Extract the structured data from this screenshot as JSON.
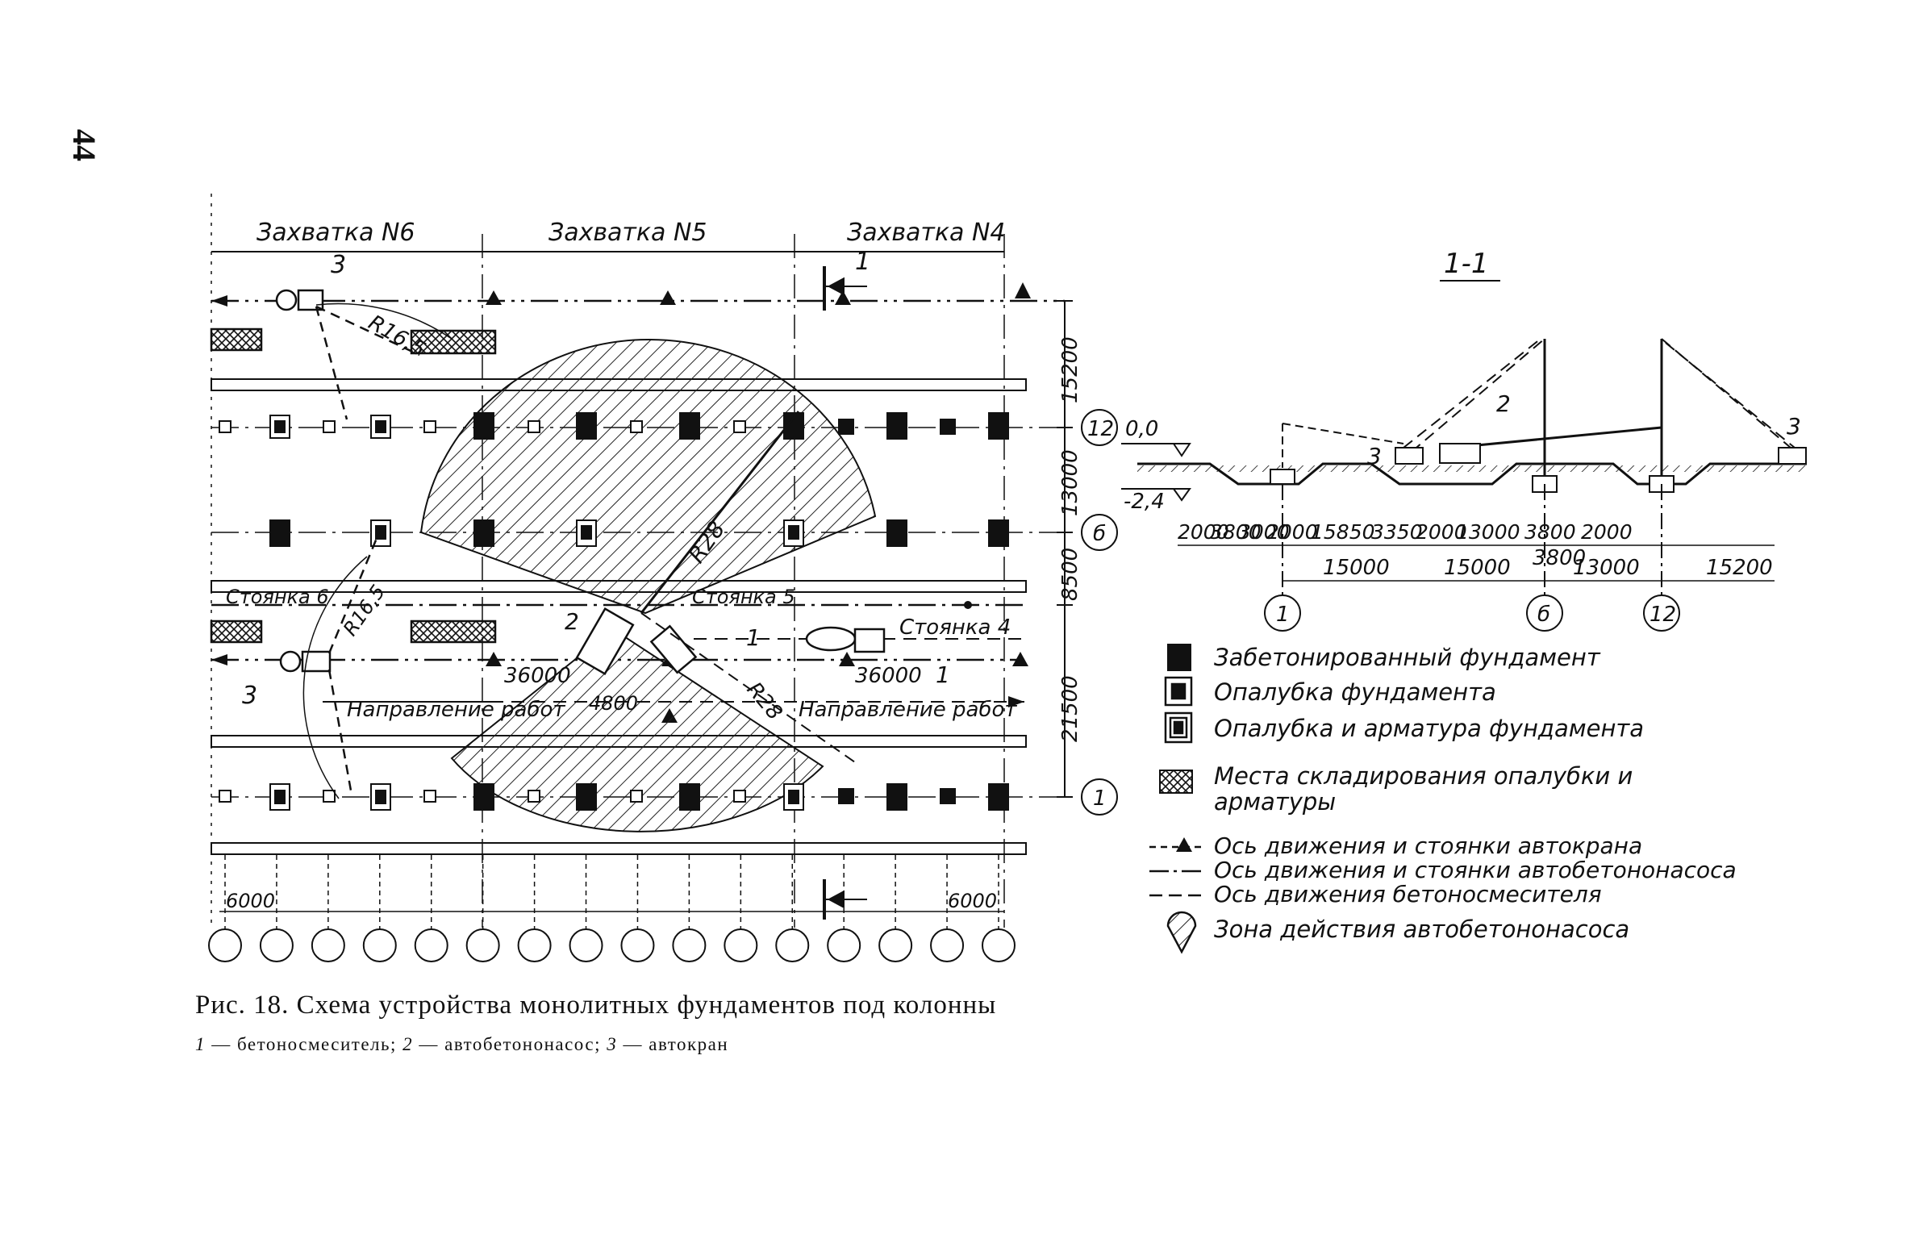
{
  "page_number": "44",
  "plan": {
    "stages": [
      "Захватка N6",
      "Захватка N5",
      "Захватка N4"
    ],
    "vertical_dims": [
      "15200",
      "13000",
      "8500",
      "21500"
    ],
    "row_axes": [
      "12",
      "б",
      "1"
    ],
    "bottom_dims": [
      "6000",
      "6000"
    ],
    "parkings": [
      "Стоянка 6",
      "Стоянка 5",
      "Стоянка 4"
    ],
    "radii": [
      "R16,5",
      "R28",
      "R16,5",
      "R28"
    ],
    "work_direction": "Направление работ",
    "dims_36000": [
      "36000",
      "36000"
    ],
    "dim_4800": "4800",
    "labels": {
      "n1": "1",
      "n2": "2",
      "n3": "3"
    },
    "column_count": 16
  },
  "section": {
    "title": "1-1",
    "levels": [
      "0,0",
      "-2,4"
    ],
    "dims_top": [
      "2000",
      "3800",
      "3000",
      "2000",
      "15850",
      "3350",
      "2000",
      "13000",
      "3800",
      "2000"
    ],
    "dims_bottom": [
      "15000",
      "15000",
      "3800",
      "13000",
      "15200"
    ],
    "axes": [
      "1",
      "б",
      "12"
    ],
    "labels": {
      "n2": "2",
      "n3a": "3",
      "n3b": "3"
    }
  },
  "legend": [
    {
      "key": "filled",
      "text": "Забетонированный фундамент"
    },
    {
      "key": "formwork",
      "text": "Опалубка фундамента"
    },
    {
      "key": "formwork_rebar",
      "text": "Опалубка и арматура фундамента"
    },
    {
      "key": "storage",
      "text": "Места складирования опалубки и арматуры"
    },
    {
      "key": "crane_axis",
      "text": "Ось движения и стоянки автокрана"
    },
    {
      "key": "pump_axis",
      "text": "Ось движения и стоянки автобетононасоса"
    },
    {
      "key": "mixer_axis",
      "text": "Ось движения бетоносмесителя"
    },
    {
      "key": "pump_zone",
      "text": "Зона действия автобетононасоса"
    }
  ],
  "caption": {
    "title": "Рис. 18. Схема устройства монолитных фундаментов под колонны",
    "items": [
      {
        "num": "1",
        "text": "бетоносмеситель;"
      },
      {
        "num": "2",
        "text": "автобетононасос;"
      },
      {
        "num": "3",
        "text": "автокран"
      }
    ]
  }
}
